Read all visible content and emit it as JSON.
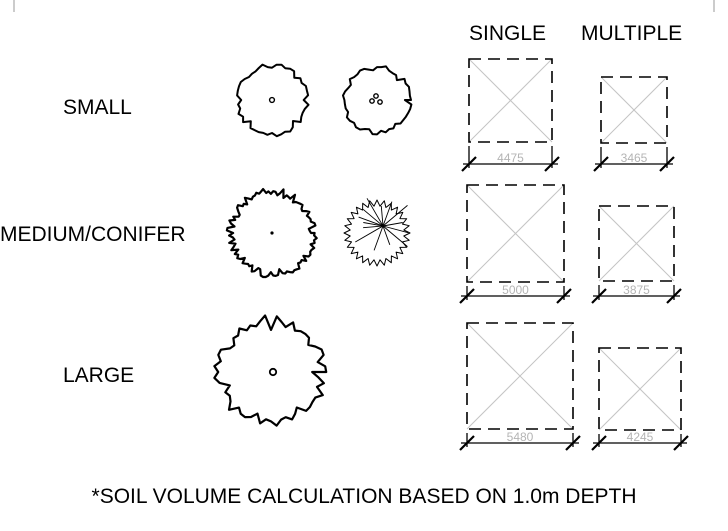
{
  "columns": {
    "single": "SINGLE",
    "multiple": "MULTIPLE"
  },
  "rows": [
    {
      "label": "SMALL",
      "single_dim": "4475",
      "multiple_dim": "3465"
    },
    {
      "label": "MEDIUM/CONIFER",
      "single_dim": "5000",
      "multiple_dim": "3875"
    },
    {
      "label": "LARGE",
      "single_dim": "5480",
      "multiple_dim": "4245"
    }
  ],
  "footnote": "*SOIL VOLUME CALCULATION BASED ON 1.0m DEPTH"
}
